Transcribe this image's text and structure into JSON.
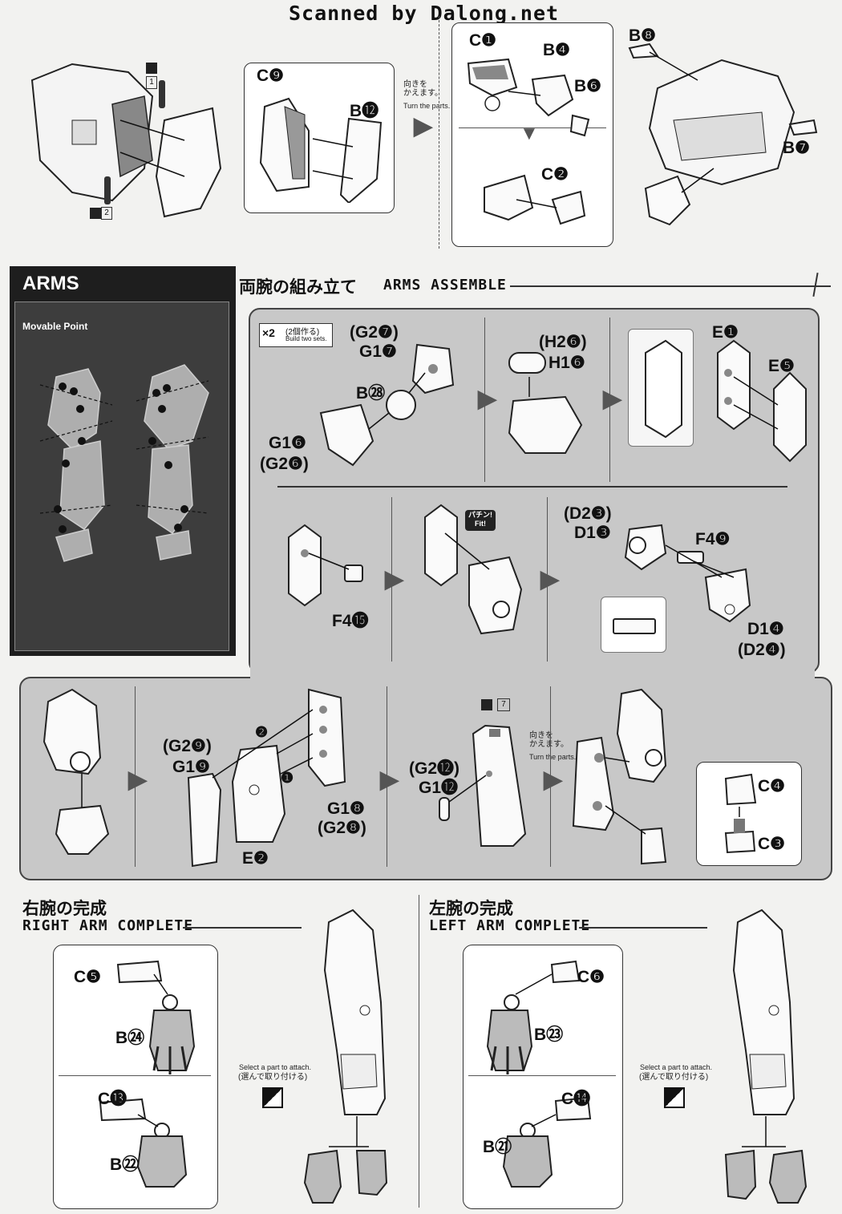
{
  "watermark": "Scanned by Dalong.net",
  "top": {
    "turn_jp": "向きを\nかえます。",
    "turn_en": "Turn the parts.",
    "labels": [
      "C❾",
      "B⓬",
      "C❶",
      "B❹",
      "B❻",
      "C❷",
      "B❽",
      "B❼"
    ],
    "seal_1": "1",
    "seal_2": "2"
  },
  "arms_panel": {
    "title": "ARMS",
    "subtitle": "Movable Point"
  },
  "assemble": {
    "title_jp": "両腕の組み立て",
    "title_en": "ARMS ASSEMBLE",
    "build_two_x": "×2",
    "build_two_jp": "(2個作る)",
    "build_two_en": "Build two sets.",
    "row1": [
      "(G2❼)",
      "G1❼",
      "B㉘",
      "G1❻",
      "(G2❻)",
      "(H2❻)",
      "H1❻",
      "E❶",
      "E❺"
    ],
    "row2": [
      "F4⓯",
      "(D2❸)",
      "D1❸",
      "F4❾",
      "D1❹",
      "(D2❹)"
    ],
    "fit_jp": "パチン!",
    "fit_en": "Fit!",
    "row3": [
      "(G2❾)",
      "G1❾",
      "E❷",
      "G1❽",
      "(G2❽)",
      "(G2⓬)",
      "G1⓬",
      "C❹",
      "C❸"
    ],
    "step_1": "❶",
    "step_2": "❷",
    "seal_7": "7",
    "turn_jp": "向きを\nかえます。",
    "turn_en": "Turn the parts."
  },
  "right_arm": {
    "title_jp": "右腕の完成",
    "title_en": "RIGHT ARM COMPLETE",
    "labels": [
      "C❺",
      "B㉔",
      "C⓭",
      "B㉒"
    ],
    "select_en": "Select a part to attach.",
    "select_jp": "(選んで取り付ける)"
  },
  "left_arm": {
    "title_jp": "左腕の完成",
    "title_en": "LEFT ARM COMPLETE",
    "labels": [
      "C❻",
      "B㉓",
      "C⓮",
      "B㉑"
    ],
    "select_en": "Select a part to attach.",
    "select_jp": "(選んで取り付ける)"
  }
}
